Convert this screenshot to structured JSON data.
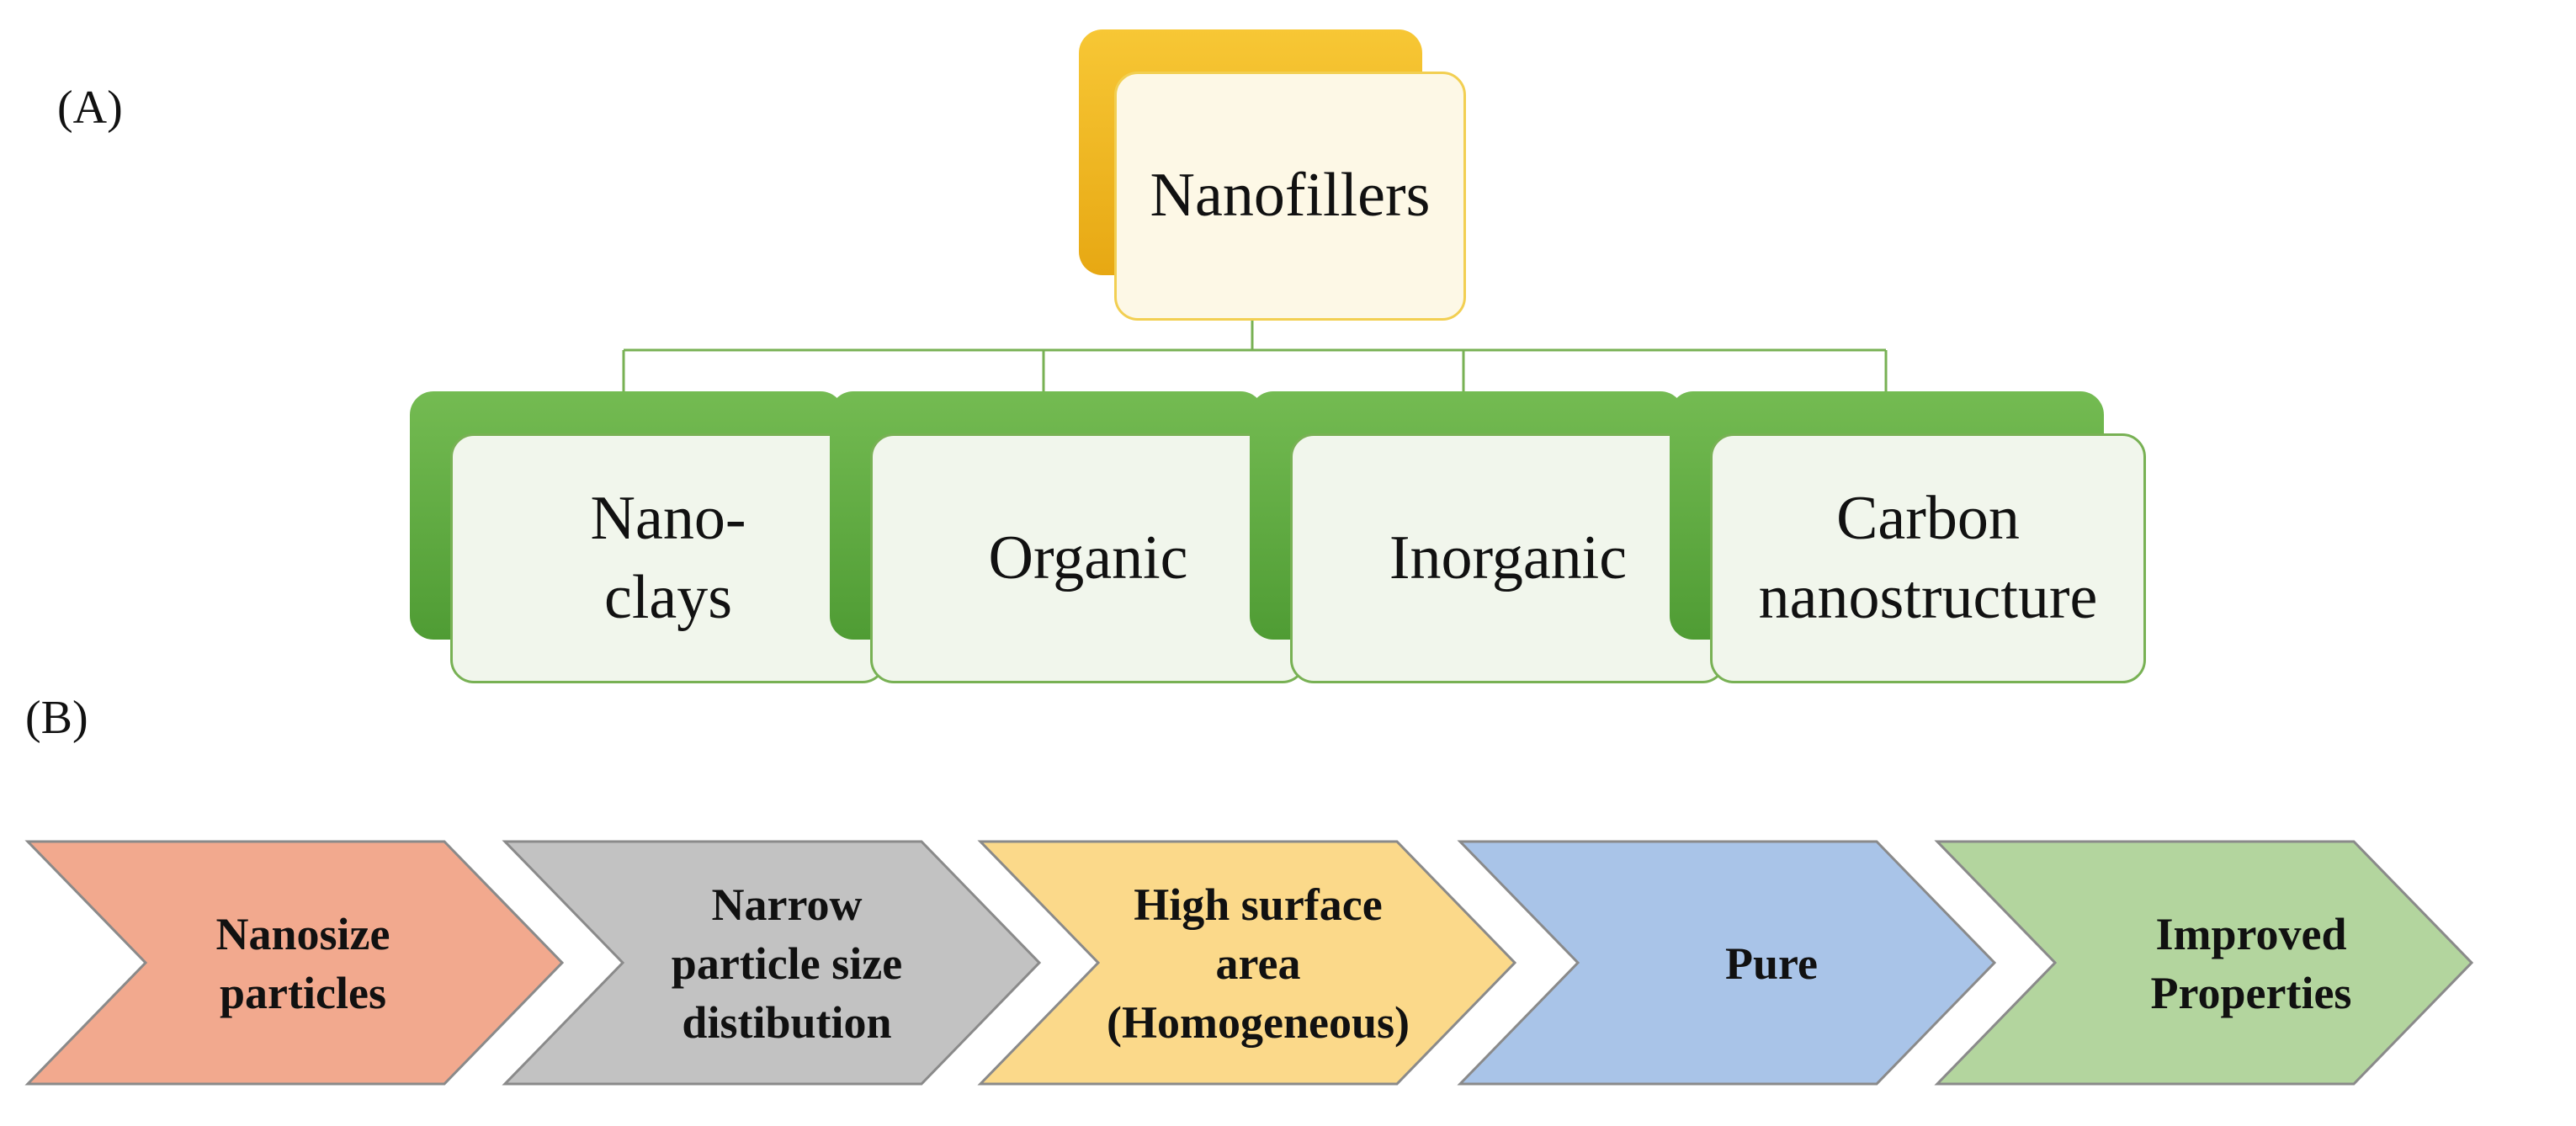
{
  "panels": {
    "a": "(A)",
    "b": "(B)"
  },
  "tree": {
    "root": "Nanofillers",
    "children": [
      "Nano-\nclays",
      "Organic",
      "Inorganic",
      "Carbon\nnanostructure"
    ]
  },
  "process": {
    "steps": [
      {
        "text": "Nanosize\nparticles",
        "color": "#f2a98e"
      },
      {
        "text": "Narrow\nparticle size\ndistibution",
        "color": "#c2c2c2"
      },
      {
        "text": "High surface\narea\n(Homogeneous)",
        "color": "#fbd98a"
      },
      {
        "text": "Pure",
        "color": "#a9c4e8"
      },
      {
        "text": "Improved\nProperties",
        "color": "#b3d59e"
      }
    ]
  },
  "colors": {
    "tree_green": "#5ea73f",
    "tree_yellow": "#f2b81e",
    "connector": "#78b154"
  }
}
